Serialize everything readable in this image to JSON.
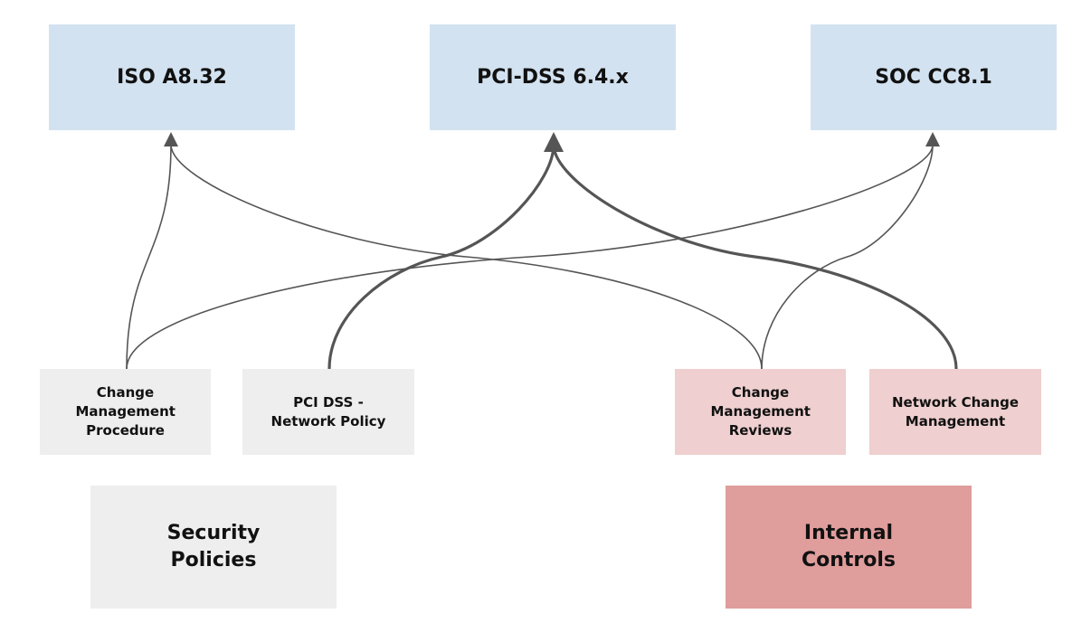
{
  "frameworks": [
    {
      "id": "iso",
      "label": "ISO A8.32"
    },
    {
      "id": "pci",
      "label": "PCI-DSS 6.4.x"
    },
    {
      "id": "soc",
      "label": "SOC CC8.1"
    }
  ],
  "items": [
    {
      "id": "cmp",
      "label": "Change Management Procedure",
      "group": "policy"
    },
    {
      "id": "pcinet",
      "label": "PCI DSS - Network Policy",
      "group": "policy"
    },
    {
      "id": "cmr",
      "label": "Change Management Reviews",
      "group": "control"
    },
    {
      "id": "ncm",
      "label": "Network Change Management",
      "group": "control"
    }
  ],
  "categories": [
    {
      "id": "policy",
      "label": "Security Policies"
    },
    {
      "id": "control",
      "label": "Internal Controls"
    }
  ],
  "links": [
    {
      "from": "cmp",
      "to": "iso",
      "emphasis": "normal"
    },
    {
      "from": "cmp",
      "to": "soc",
      "emphasis": "normal"
    },
    {
      "from": "pcinet",
      "to": "pci",
      "emphasis": "strong"
    },
    {
      "from": "cmr",
      "to": "iso",
      "emphasis": "normal"
    },
    {
      "from": "cmr",
      "to": "soc",
      "emphasis": "normal"
    },
    {
      "from": "ncm",
      "to": "pci",
      "emphasis": "strong"
    }
  ],
  "colors": {
    "framework_fill": "#d3e2f0",
    "policy_fill": "#eeeeee",
    "control_item_fill": "#efcfcf",
    "control_category_fill": "#df9d9b",
    "link_stroke": "#555555"
  }
}
